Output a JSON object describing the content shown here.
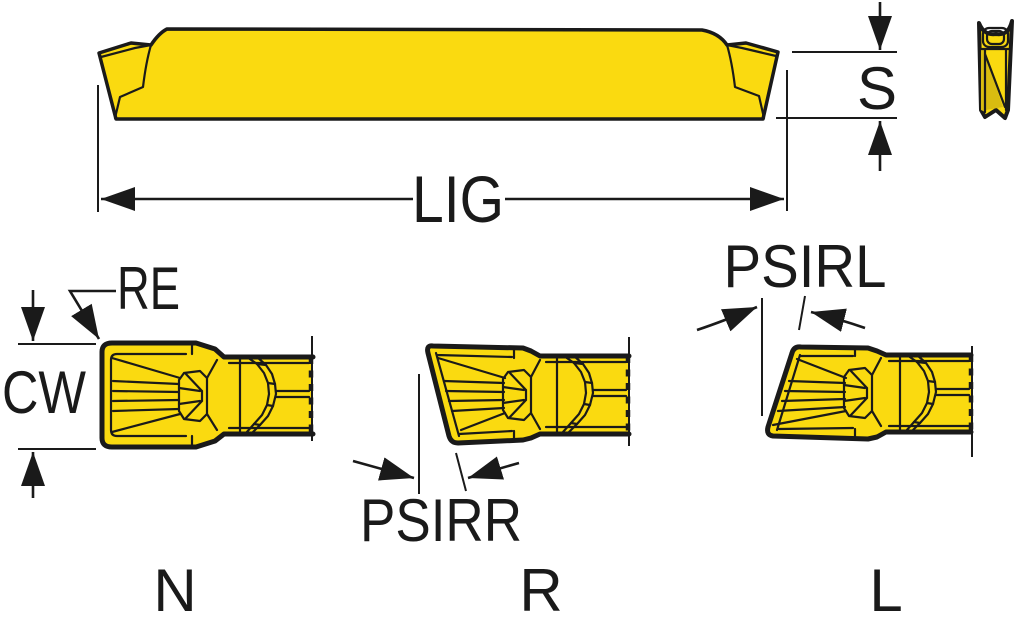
{
  "figure": {
    "colors": {
      "background": "#ffffff",
      "insert-yellow": "#FADA10",
      "insert-shade": "#D9BC10",
      "ink": "#1A1A1A"
    },
    "dimensions": {
      "length_label": "LIG",
      "thickness_label": "S",
      "corner_radius_label": "RE",
      "cutting_width_label": "CW",
      "lead_angle_right_label": "PSIRR",
      "lead_angle_left_label": "PSIRL"
    },
    "variants": [
      {
        "label": "N"
      },
      {
        "label": "R"
      },
      {
        "label": "L"
      }
    ]
  }
}
